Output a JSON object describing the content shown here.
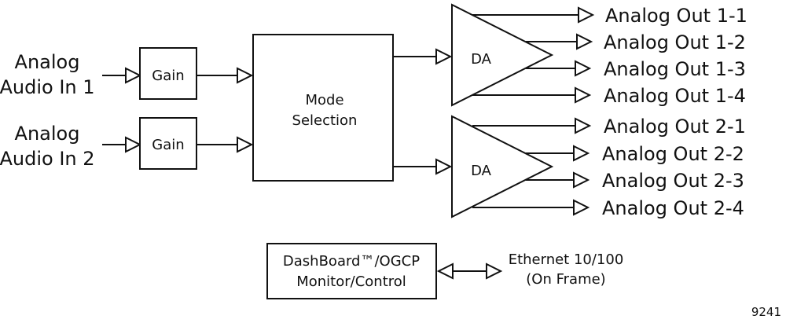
{
  "inputs": [
    {
      "line1": "Analog",
      "line2": "Audio In 1"
    },
    {
      "line1": "Analog",
      "line2": "Audio In 2"
    }
  ],
  "gain_label": "Gain",
  "mode": {
    "line1": "Mode",
    "line2": "Selection"
  },
  "da_label": "DA",
  "outputs_1": [
    "Analog Out 1-1",
    "Analog Out 1-2",
    "Analog Out 1-3",
    "Analog Out 1-4"
  ],
  "outputs_2": [
    "Analog Out 2-1",
    "Analog Out 2-2",
    "Analog Out 2-3",
    "Analog Out 2-4"
  ],
  "control": {
    "line1": "DashBoard™/OGCP",
    "line2": "Monitor/Control"
  },
  "network": {
    "line1": "Ethernet 10/100",
    "line2": "(On Frame)"
  },
  "figure_number": "9241"
}
